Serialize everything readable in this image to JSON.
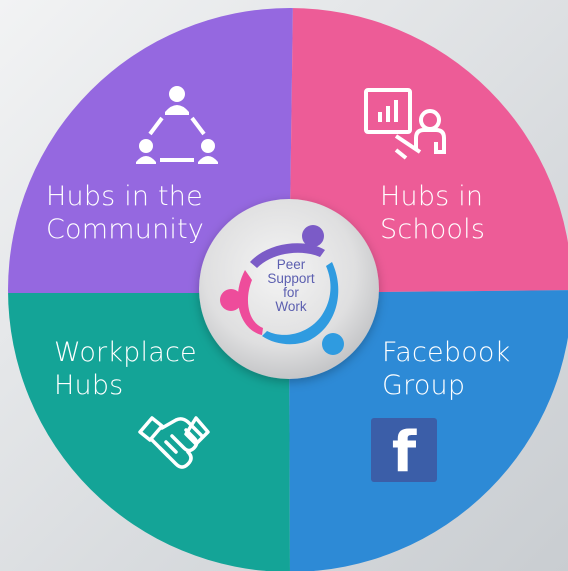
{
  "quadrants": [
    {
      "id": "community",
      "line1": "Hubs in the",
      "line2": "Community",
      "color": "#9568e0",
      "icon": "people-network-icon"
    },
    {
      "id": "schools",
      "line1": "Hubs in",
      "line2": "Schools",
      "color": "#ed5c97",
      "icon": "teacher-board-icon"
    },
    {
      "id": "workplace",
      "line1": "Workplace",
      "line2": "Hubs",
      "color": "#14a497",
      "icon": "handshake-icon"
    },
    {
      "id": "facebook",
      "line1": "Facebook",
      "line2": "Group",
      "color": "#2d8ad6",
      "icon": "facebook-icon"
    }
  ],
  "logo": {
    "line1": "Peer",
    "line2": "Support",
    "line3": "for",
    "line4": "Work",
    "colors": {
      "purple": "#7b5bc7",
      "pink": "#ee4c9b",
      "blue": "#2f9be0",
      "text": "#5c5fb0"
    }
  },
  "facebook_glyph": "f"
}
